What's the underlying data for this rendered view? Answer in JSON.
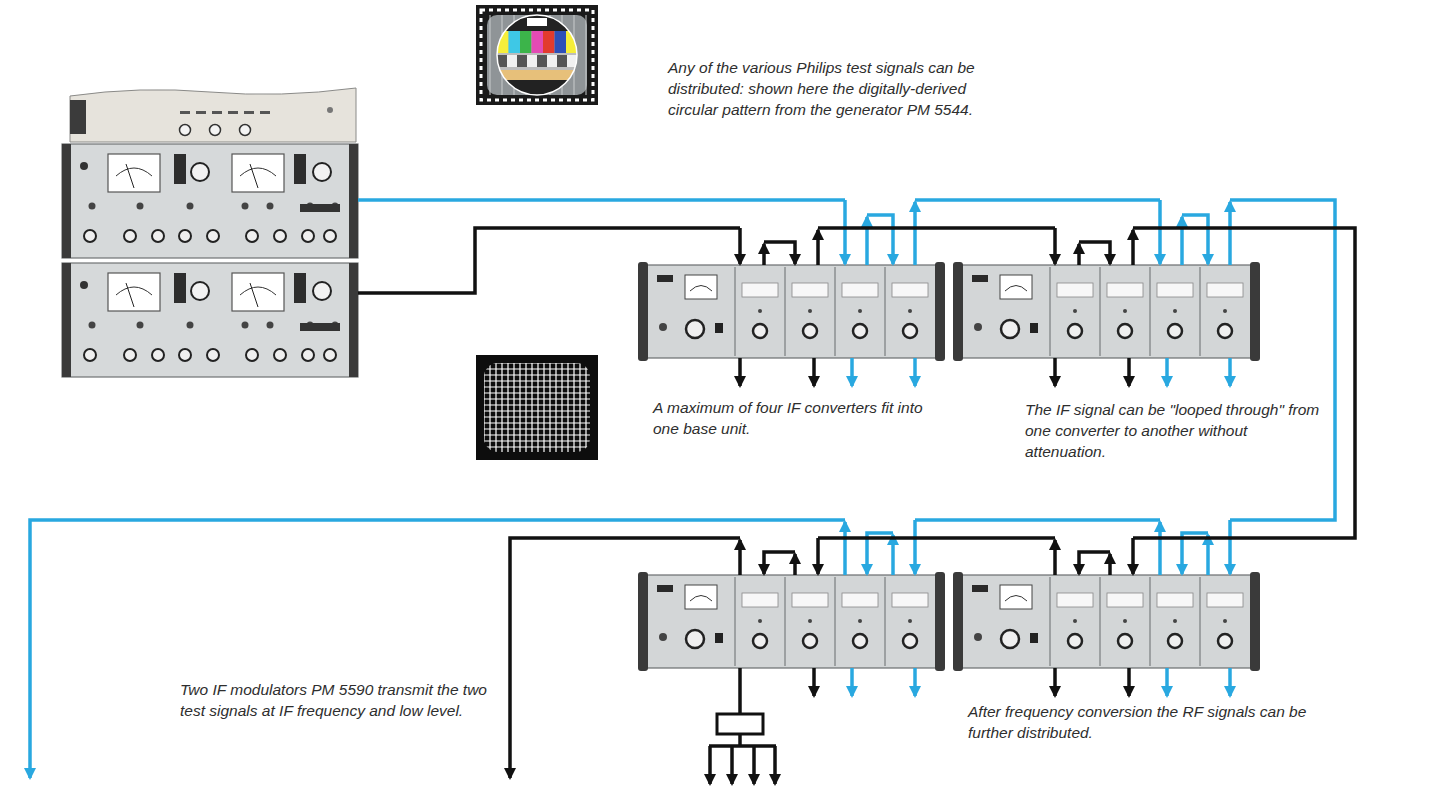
{
  "diagram": {
    "labels": [
      "Any of the various Philips test signals can be distributed: shown here the digitally-derived circular pattern from the generator PM 5544.",
      "Two IF modulators PM 5590 transmit the two test signals at IF frequency and low level.",
      "A maximum of four IF converters fit into one base unit.",
      "The IF signal can be \"looped through\" from one converter to another without attenuation.",
      "After frequency conversion the RF signals can be further distributed."
    ]
  }
}
